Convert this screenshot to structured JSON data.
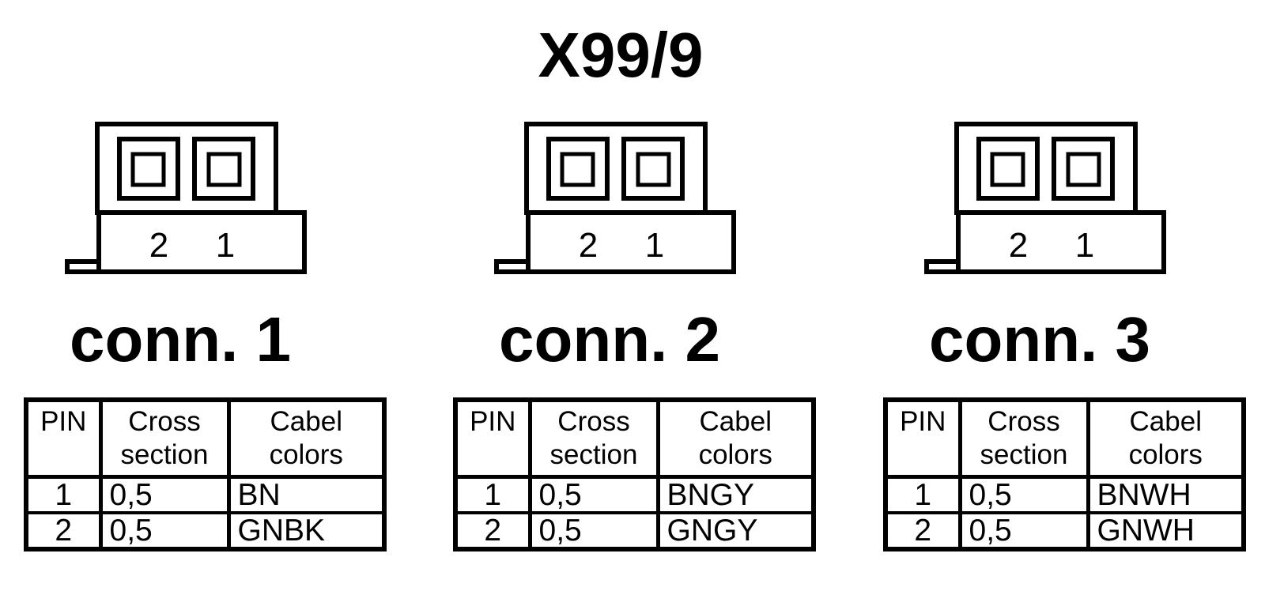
{
  "page": {
    "title": "X99/9",
    "background": "#ffffff",
    "ink": "#000000"
  },
  "table_headers": [
    "PIN",
    "Cross section",
    "Cabel colors"
  ],
  "connectors": [
    {
      "label": "conn. 1",
      "pins": [
        "2",
        "1"
      ],
      "rows": [
        {
          "pin": "1",
          "cross_section": "0,5",
          "cable_color": "BN"
        },
        {
          "pin": "2",
          "cross_section": "0,5",
          "cable_color": "GNBK"
        }
      ]
    },
    {
      "label": "conn. 2",
      "pins": [
        "2",
        "1"
      ],
      "rows": [
        {
          "pin": "1",
          "cross_section": "0,5",
          "cable_color": "BNGY"
        },
        {
          "pin": "2",
          "cross_section": "0,5",
          "cable_color": "GNGY"
        }
      ]
    },
    {
      "label": "conn. 3",
      "pins": [
        "2",
        "1"
      ],
      "rows": [
        {
          "pin": "1",
          "cross_section": "0,5",
          "cable_color": "BNWH"
        },
        {
          "pin": "2",
          "cross_section": "0,5",
          "cable_color": "GNWH"
        }
      ]
    }
  ]
}
